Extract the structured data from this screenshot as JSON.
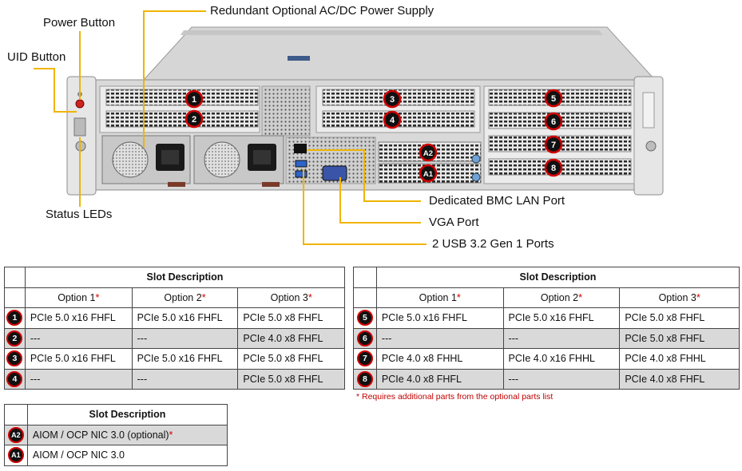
{
  "callouts": {
    "power_supply": "Redundant Optional AC/DC Power Supply",
    "power_button": "Power Button",
    "uid_button": "UID Button",
    "status_leds": "Status LEDs",
    "bmc_lan": "Dedicated BMC LAN Port",
    "vga": "VGA Port",
    "usb": "2 USB 3.2 Gen 1 Ports"
  },
  "figure_badges": [
    "1",
    "2",
    "3",
    "4",
    "5",
    "6",
    "7",
    "8",
    "A2",
    "A1"
  ],
  "tables": {
    "left": {
      "title": "Slot Description",
      "headers": [
        "Option 1",
        "Option 2",
        "Option 3"
      ],
      "rows": [
        {
          "num": "1",
          "cells": [
            "PCIe 5.0 x16 FHFL",
            "PCIe 5.0 x16 FHFL",
            "PCIe 5.0 x8 FHFL"
          ]
        },
        {
          "num": "2",
          "cells": [
            "---",
            "---",
            "PCIe 4.0 x8 FHFL"
          ]
        },
        {
          "num": "3",
          "cells": [
            "PCIe 5.0 x16 FHFL",
            "PCIe 5.0 x16 FHFL",
            "PCIe 5.0 x8 FHFL"
          ]
        },
        {
          "num": "4",
          "cells": [
            "---",
            "---",
            "PCIe 5.0 x8 FHFL"
          ]
        }
      ]
    },
    "right": {
      "title": "Slot Description",
      "headers": [
        "Option 1",
        "Option 2",
        "Option 3"
      ],
      "rows": [
        {
          "num": "5",
          "cells": [
            "PCIe 5.0 x16 FHFL",
            "PCIe 5.0 x16 FHFL",
            "PCIe 5.0 x8 FHFL"
          ]
        },
        {
          "num": "6",
          "cells": [
            "---",
            "---",
            "PCIe 5.0 x8 FHFL"
          ]
        },
        {
          "num": "7",
          "cells": [
            "PCIe 4.0 x8 FHHL",
            "PCIe 4.0 x16 FHHL",
            "PCIe 4.0 x8 FHHL"
          ]
        },
        {
          "num": "8",
          "cells": [
            "PCIe 4.0 x8 FHFL",
            "---",
            "PCIe 4.0 x8 FHFL"
          ]
        }
      ]
    },
    "aiom": {
      "title": "Slot Description",
      "rows": [
        {
          "num": "A2",
          "text": "AIOM / OCP NIC 3.0 (optional)",
          "star": true
        },
        {
          "num": "A1",
          "text": "AIOM / OCP NIC 3.0",
          "star": false
        }
      ]
    }
  },
  "asterisk": "*",
  "note": "* Requires additional parts from the optional parts list",
  "colors": {
    "callout_line": "#f0b400",
    "badge_fill": "#111111",
    "badge_ring": "#d00000",
    "row_shade": "#d9d9d9",
    "asterisk": "#d20000"
  }
}
